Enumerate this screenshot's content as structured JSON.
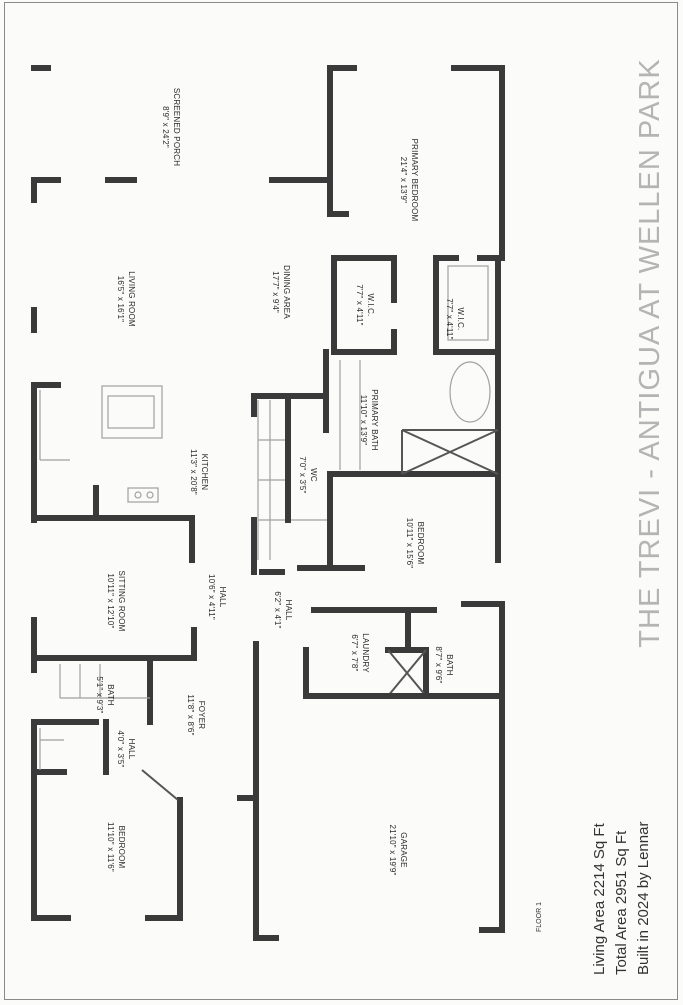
{
  "title": "THE TREVI - ANTIGUA AT WELLEN PARK",
  "stats": {
    "living": "Living Area  2214 Sq Ft",
    "total": "Total Area  2951 Sq Ft",
    "built": "Built in 2024 by Lennar"
  },
  "floor": "FLOOR 1",
  "rooms": {
    "screened_porch": {
      "name": "SCREENED PORCH",
      "dim": "8'9\" x 24'2\""
    },
    "living_room": {
      "name": "LIVING ROOM",
      "dim": "16'5\" x 16'1\""
    },
    "dining_area": {
      "name": "DINING AREA",
      "dim": "17'7\" x 9'4\""
    },
    "primary_bedroom": {
      "name": "PRIMARY BEDROOM",
      "dim": "21'4\" x 13'9\""
    },
    "wic_1": {
      "name": "W.I.C.",
      "dim": "7'7\" x 4'11\""
    },
    "wic_2": {
      "name": "W.I.C.",
      "dim": "7'7\" x 4'11\""
    },
    "primary_bath": {
      "name": "PRIMARY BATH",
      "dim": "11'10\" x 13'9\""
    },
    "kitchen": {
      "name": "KITCHEN",
      "dim": "11'3\" x 20'8\""
    },
    "wc": {
      "name": "WC",
      "dim": "7'0\" x 3'5\""
    },
    "bedroom_2": {
      "name": "BEDROOM",
      "dim": "10'11\" x 15'6\""
    },
    "sitting_room": {
      "name": "SITTING ROOM",
      "dim": "10'11\" x 12'10\""
    },
    "hall_1": {
      "name": "HALL",
      "dim": "10'6\" x 4'11\""
    },
    "hall_2": {
      "name": "HALL",
      "dim": "6'2\" x 4'1\""
    },
    "laundry": {
      "name": "LAUNDRY",
      "dim": "6'7\" x 7'8\""
    },
    "bath_2": {
      "name": "BATH",
      "dim": "8'7\" x 9'6\""
    },
    "bath_1": {
      "name": "BATH",
      "dim": "5'1\" x 9'3\""
    },
    "foyer": {
      "name": "FOYER",
      "dim": "11'8\" x 8'6\""
    },
    "hall_3": {
      "name": "HALL",
      "dim": "4'0\" x 3'5\""
    },
    "bedroom_1": {
      "name": "BEDROOM",
      "dim": "11'10\" x 11'6\""
    },
    "garage": {
      "name": "GARAGE",
      "dim": "21'10\" x 19'9\""
    }
  }
}
